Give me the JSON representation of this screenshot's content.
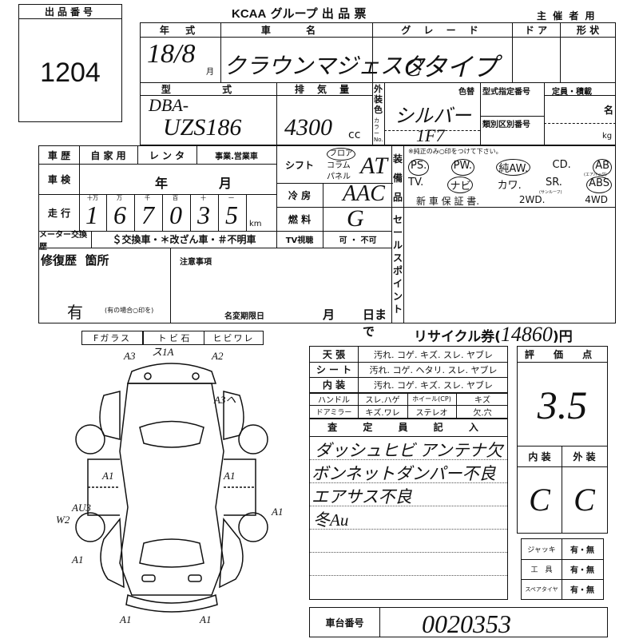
{
  "lot": {
    "label": "出品番号",
    "number": "1204"
  },
  "header": {
    "brand": "KCAA",
    "title": "グループ 出 品 票",
    "organizer": "主 催 者 用"
  },
  "vehicle": {
    "year_label": "年 式",
    "year": "18/8",
    "month_unit": "月",
    "name_label": "車 名",
    "name": "クラウンマジェスタ",
    "grade_label": "グ レ ー ド",
    "grade": "Cタイプ",
    "door_label": "ド ア",
    "shape_label": "形 状",
    "model_label": "型 式",
    "model_prefix": "DBA-",
    "model": "UZS186",
    "displacement_label": "排 気 量",
    "displacement": "4300",
    "cc_unit": "cc",
    "exterior_label": "外装色",
    "color_no_label": "カラーNo.",
    "color_change_label": "色替",
    "color": "シルバー",
    "color_no": "1F7",
    "type_designation_label": "型式指定番号",
    "category_label": "類別区別番号",
    "capacity_label": "定員・積載",
    "persons_unit": "名",
    "kg_unit": "kg"
  },
  "history": {
    "label": "車 歴",
    "options": [
      "自 家 用",
      "レ ン タ",
      "事業.営業車"
    ],
    "inspection_label": "車 検",
    "year_unit": "年",
    "month_unit": "月",
    "mileage_label": "走 行",
    "digit_labels": [
      "十万",
      "万",
      "千",
      "百",
      "十",
      "一"
    ],
    "mileage_digits": [
      "1",
      "6",
      "7",
      "0",
      "3",
      "5"
    ],
    "km_unit": "km",
    "meter_label": "メーター交換歴",
    "meter_options": "＄交換車・＊改ざん車・＃不明車"
  },
  "shift": {
    "label": "シフト",
    "options": [
      "フロア",
      "コラム",
      "パネル"
    ],
    "value": "AT",
    "ac_label": "冷 房",
    "ac_value": "AAC",
    "fuel_label": "燃 料",
    "fuel_value": "G",
    "tv_label": "TV視聴",
    "tv_options": "可 ・ 不可"
  },
  "equipment": {
    "label": "装備品",
    "note": "※純正のみ○印をつけて下さい。",
    "row1": [
      "PS.",
      "PW.",
      "純AW.",
      "CD.",
      "AB"
    ],
    "row2": [
      "TV.",
      "ナビ",
      "カワ.",
      "SR.",
      "ABS"
    ],
    "ab_note": "(エアバッグ)",
    "sr_note": "(サンルーフ)",
    "row3": [
      "新 車 保 証 書.",
      "2WD.",
      "4WD"
    ]
  },
  "sales_point_label": "セールスポイント",
  "repair": {
    "label": "修復歴  箇所",
    "value": "有",
    "note": "(有の場合○印を)"
  },
  "caution": {
    "label": "注意事項",
    "deadline_label": "名変期限日",
    "month_unit": "月",
    "day_unit": "日まで"
  },
  "recycle": {
    "label": "リサイクル券(",
    "value": "14860",
    "unit": ")円"
  },
  "glass": {
    "label": "Fガラス",
    "options": [
      "ト ビ 石",
      "ヒビワレ"
    ]
  },
  "diagram_marks": [
    "A3",
    "ス1A",
    "A2",
    "A3ヘ",
    "A1",
    "A1",
    "AU3",
    "W2",
    "A1",
    "A1",
    "A1",
    "A1"
  ],
  "interior": {
    "rows": [
      {
        "label": "天 張",
        "options": "汚れ. コゲ. キズ. スレ. ヤブレ"
      },
      {
        "label": "シ ー ト",
        "options": "汚れ. コゲ. ヘタリ. スレ. ヤブレ"
      },
      {
        "label": "内 装",
        "options": "汚れ. コゲ. キズ. スレ. ヤブレ"
      }
    ],
    "small_rows": [
      [
        "ハンドル",
        "スレ.ハゲ",
        "ホイール(CP)",
        "キズ"
      ],
      [
        "ドアミラー",
        "キズ.ワレ",
        "ステレオ",
        "欠.穴"
      ]
    ],
    "inspector_label": "査 定 員 記 入",
    "inspector_notes": [
      "ダッシュヒビ アンテナ欠",
      "ボンネットダンパー不良",
      "エアサス不良",
      "冬Au"
    ]
  },
  "grade": {
    "label": "評 価 点",
    "score": "3.5",
    "interior_label": "内 装",
    "exterior_label": "外 装",
    "interior": "C",
    "exterior": "C"
  },
  "accessories": [
    {
      "label": "ジャッキ",
      "options": "有・無"
    },
    {
      "label": "工　具",
      "options": "有・無"
    },
    {
      "label": "スペアタイヤ",
      "options": "有・無"
    }
  ],
  "chassis": {
    "label": "車台番号",
    "value": "0020353"
  }
}
